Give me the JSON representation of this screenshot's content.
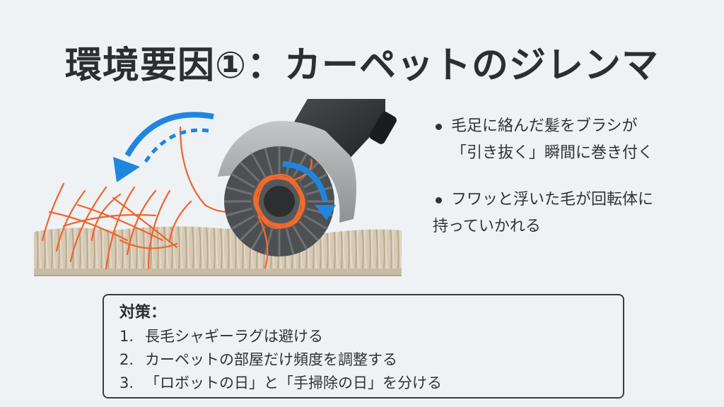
{
  "slide": {
    "title": "環境要因①：カーペットのジレンマ",
    "background_color": "#eef2f5"
  },
  "illustration": {
    "description": "Rotating vacuum brush roll on shaggy carpet with orange hair wrapping around it",
    "elements": [
      "vacuum-head",
      "brush-roll",
      "hair-strands",
      "shag-carpet",
      "rotation-arrow",
      "pull-arrow"
    ],
    "colors": {
      "arrow": "#1f86e0",
      "hair": "#f0642a",
      "carpet": "#cdbfa8",
      "brush": "#5a5d60",
      "housing": "#a9abad",
      "handle": "#2a2c2e"
    }
  },
  "bullets": [
    {
      "lines": [
        "毛足に絡んだ髪をブラシが",
        "「引き抜く」瞬間に巻き付く"
      ]
    },
    {
      "lines": [
        "フワッと浮いた毛が回転体に",
        "持っていかれる"
      ]
    }
  ],
  "countermeasures": {
    "title": "対策：",
    "items": [
      {
        "num": "1.",
        "text": "長毛シャギーラグは避ける"
      },
      {
        "num": "2.",
        "text": "カーペットの部屋だけ頻度を調整する"
      },
      {
        "num": "3.",
        "text": "「ロボットの日」と「手掃除の日」を分ける"
      }
    ]
  }
}
